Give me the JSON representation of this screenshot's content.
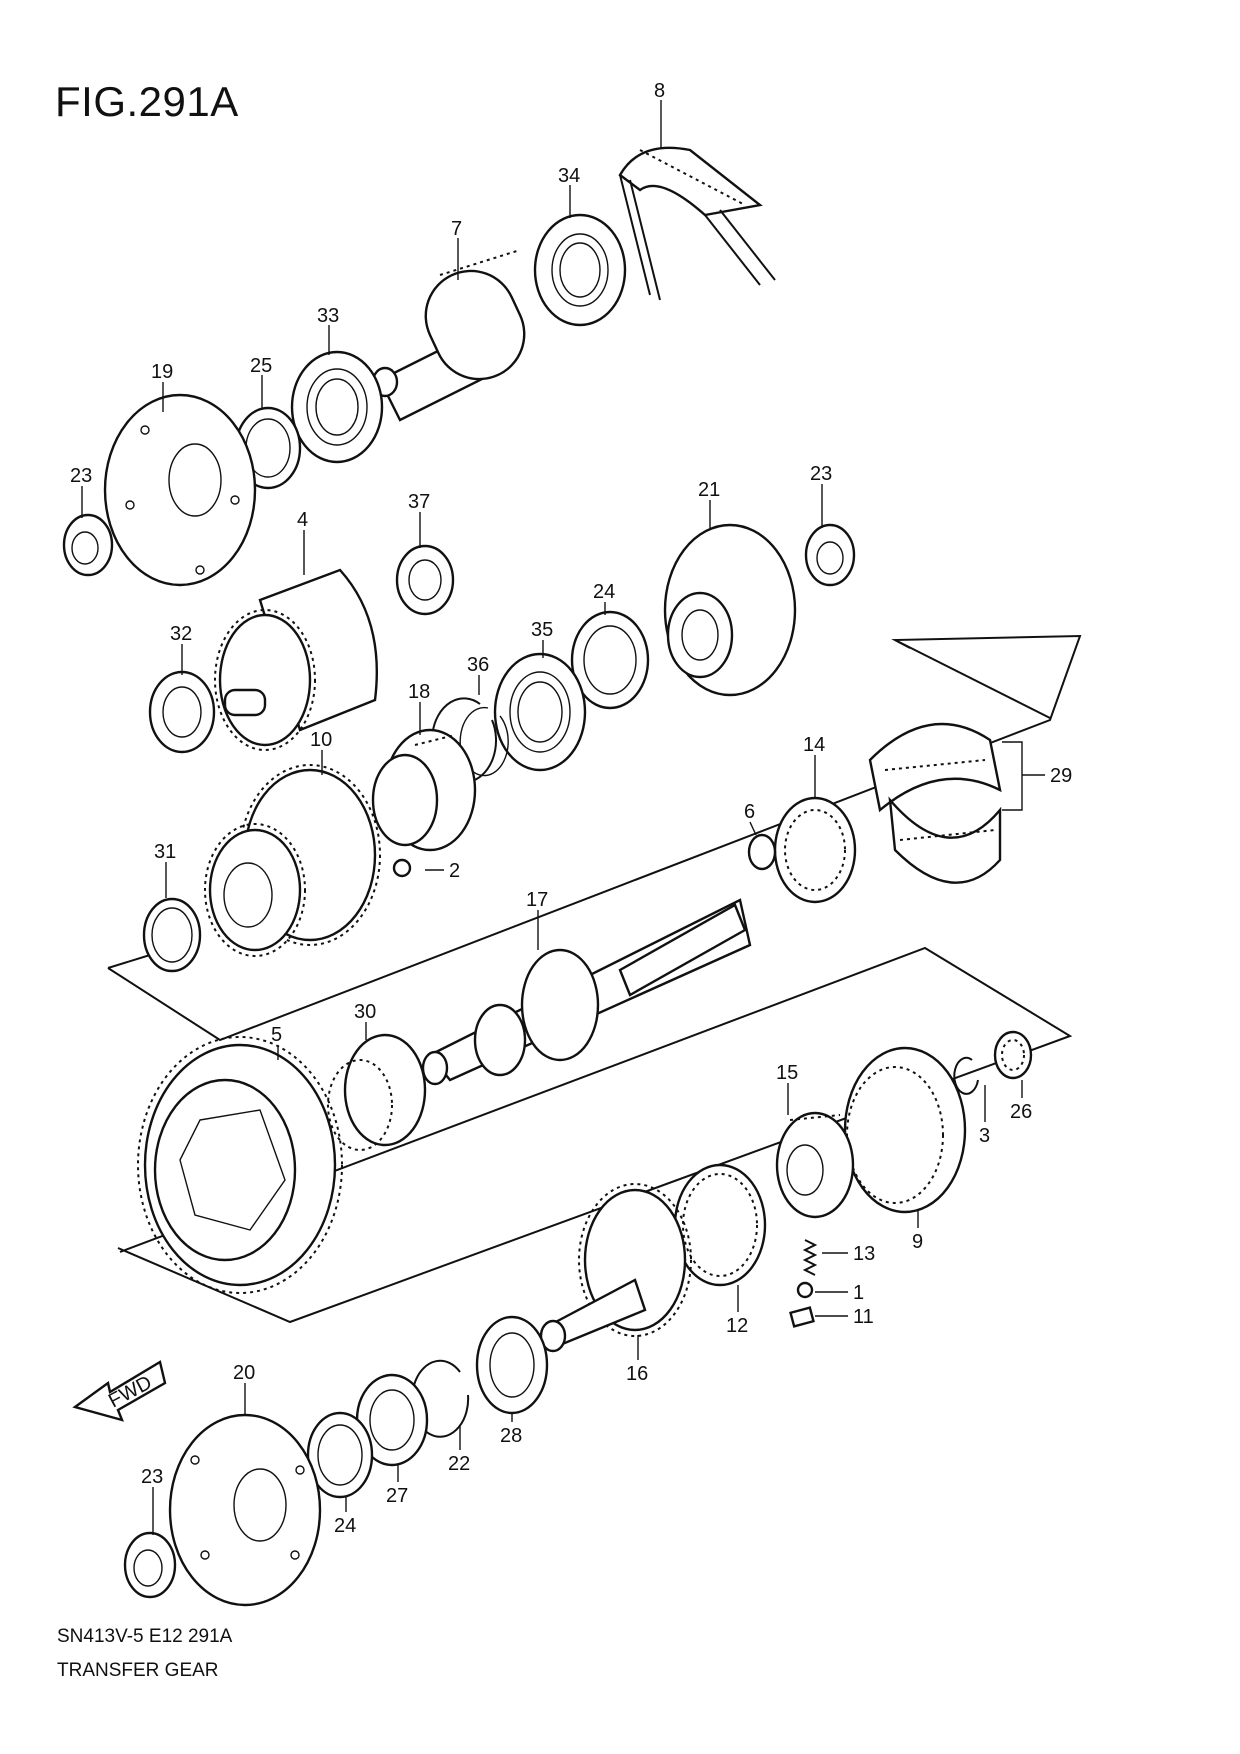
{
  "title": "FIG.291A",
  "footer": {
    "code": "SN413V-5 E12 291A",
    "name": "TRANSFER GEAR"
  },
  "fwd_label": "FWD",
  "callouts": [
    "8",
    "34",
    "7",
    "33",
    "25",
    "19",
    "23",
    "37",
    "4",
    "21",
    "23",
    "24",
    "35",
    "36",
    "32",
    "18",
    "10",
    "14",
    "29",
    "6",
    "31",
    "2",
    "17",
    "30",
    "5",
    "15",
    "26",
    "3",
    "9",
    "13",
    "1",
    "11",
    "12",
    "16",
    "20",
    "28",
    "22",
    "27",
    "24",
    "23"
  ]
}
